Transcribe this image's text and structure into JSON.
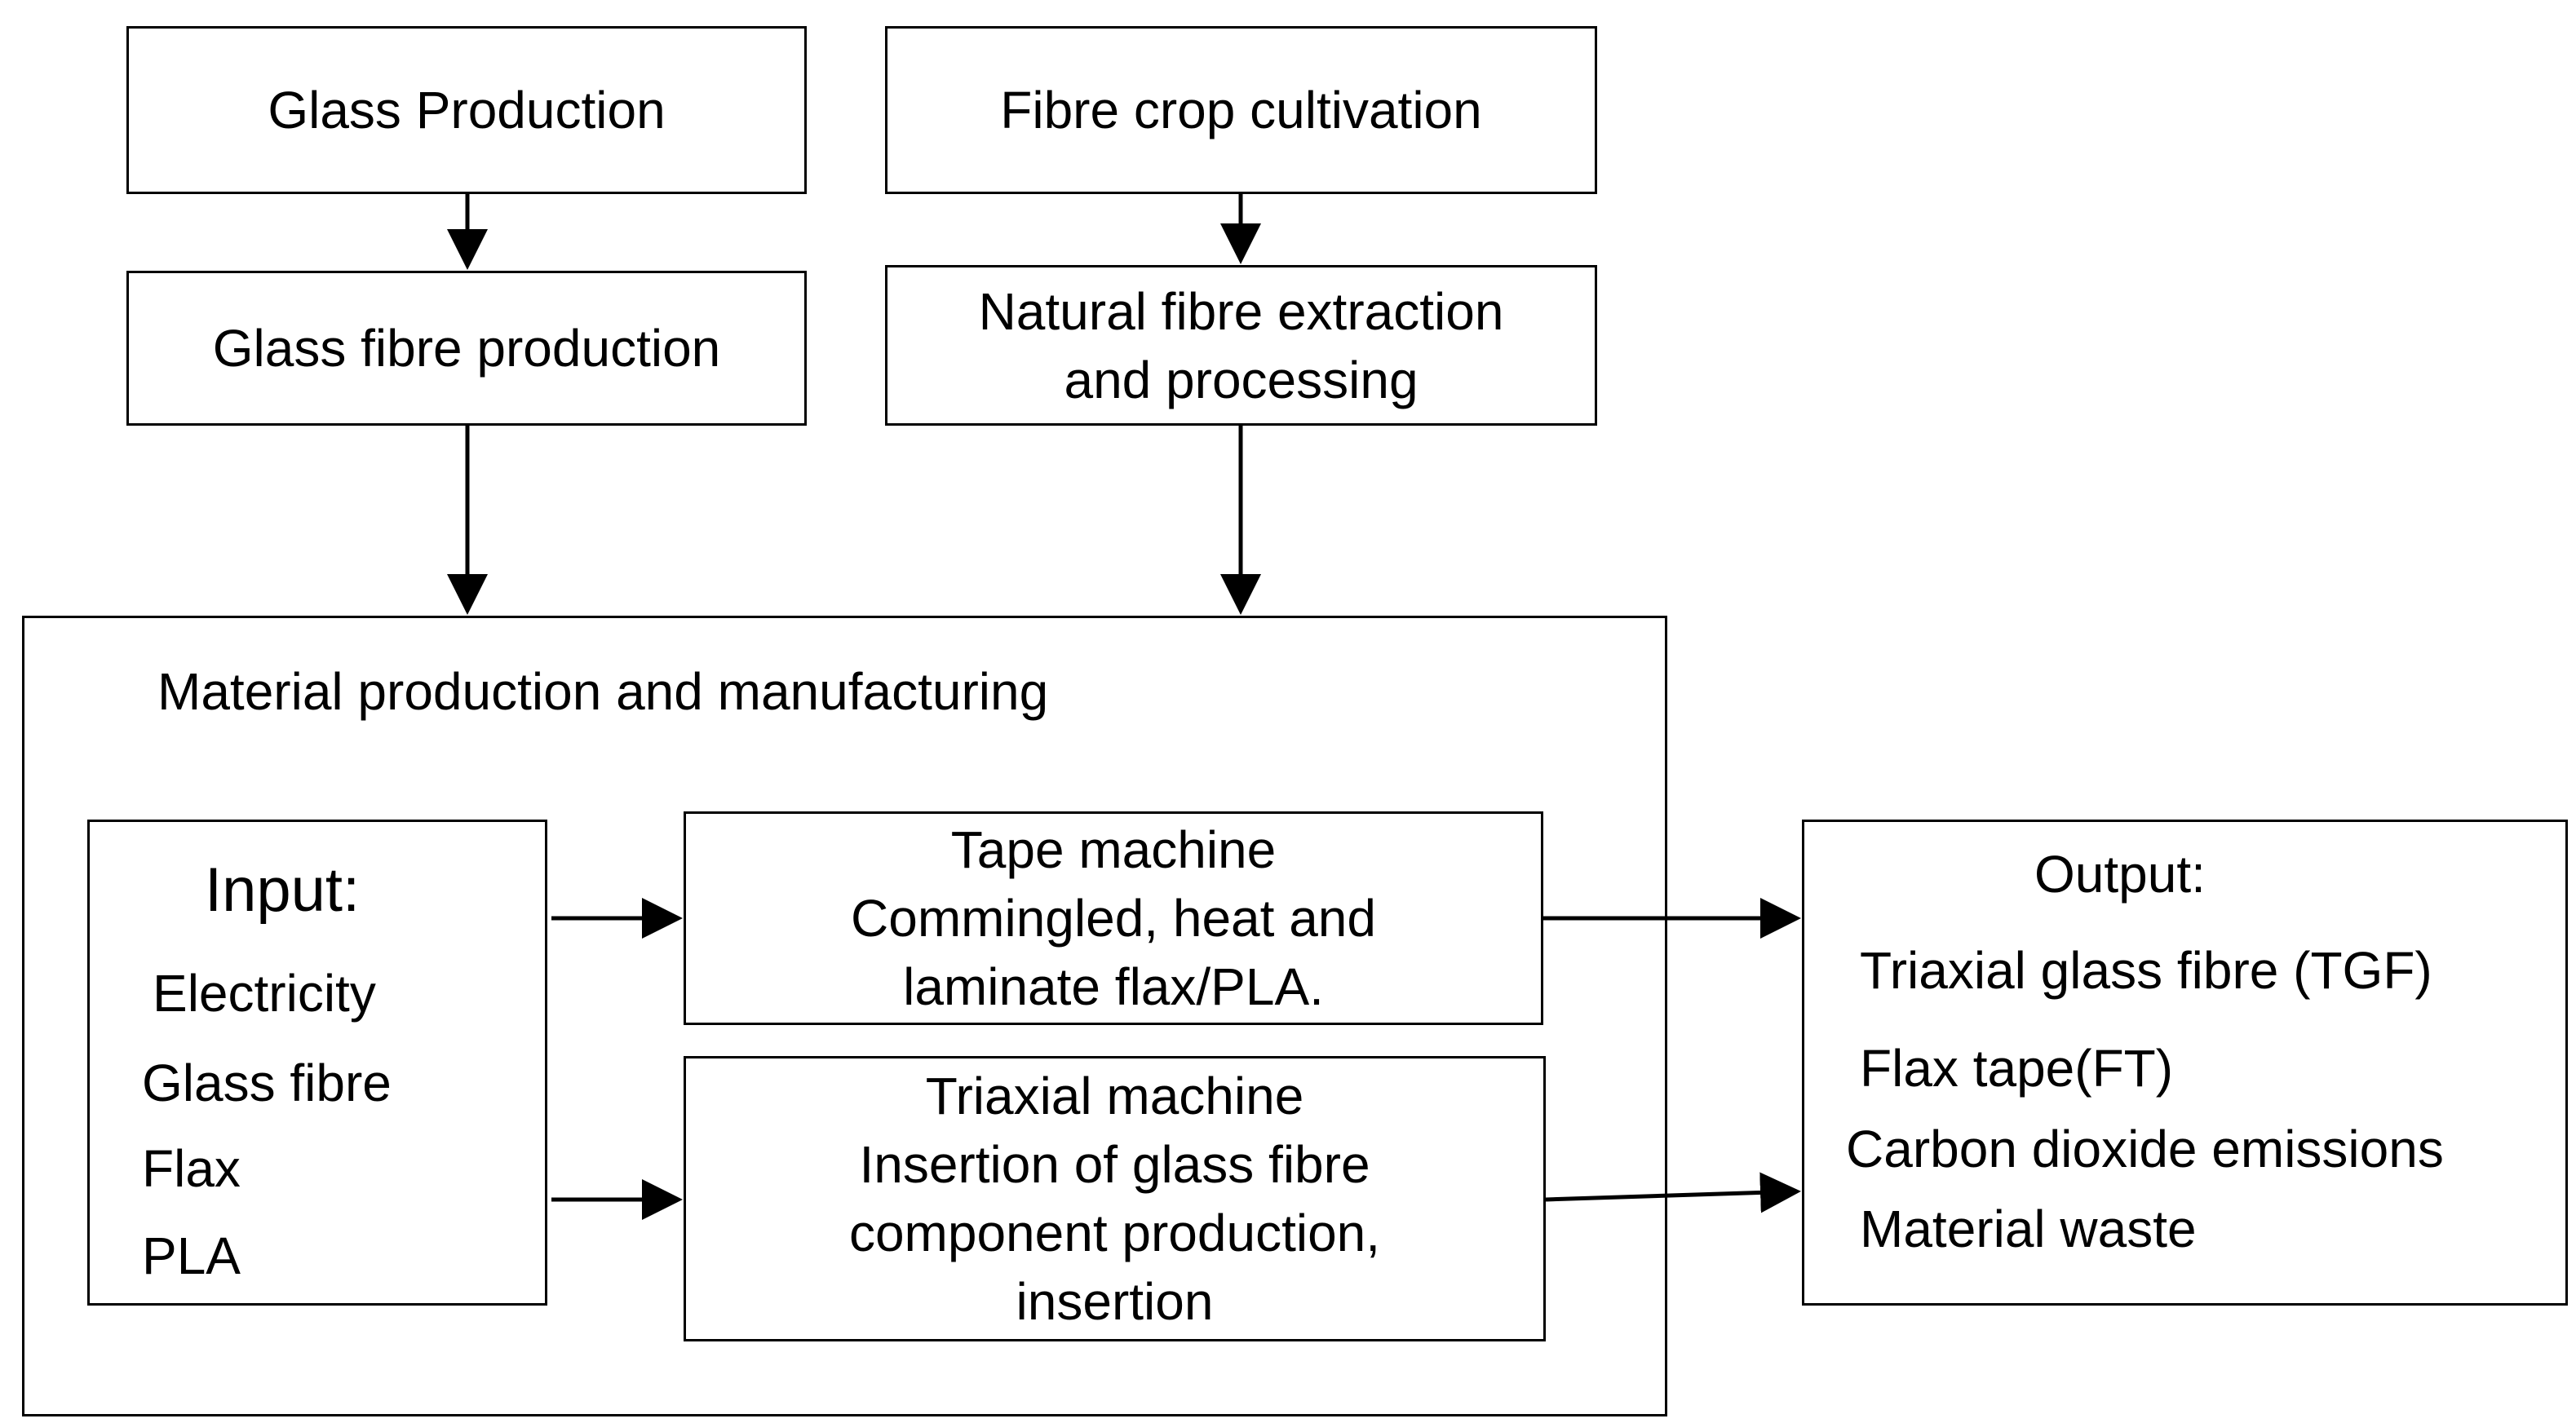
{
  "glass_production": {
    "label": "Glass Production"
  },
  "fibre_crop": {
    "label": "Fibre crop cultivation"
  },
  "glass_fibre_production": {
    "label": "Glass fibre production"
  },
  "natural_fibre": {
    "lines": [
      "Natural fibre extraction",
      "and  processing"
    ]
  },
  "manufacturing": {
    "title": "Material production and manufacturing"
  },
  "input": {
    "title": "Input:",
    "items": [
      "Electricity",
      "Glass fibre",
      "Flax",
      "PLA"
    ]
  },
  "tape_machine": {
    "lines": [
      "Tape machine",
      "Commingled, heat and",
      "laminate flax/PLA."
    ]
  },
  "triaxial_machine": {
    "lines": [
      "Triaxial machine",
      "Insertion of glass fibre",
      "component production,",
      "insertion"
    ]
  },
  "output": {
    "title": "Output:",
    "items": [
      "Triaxial glass fibre (TGF)",
      "Flax tape(FT)",
      "Carbon dioxide emissions",
      "Material waste"
    ]
  }
}
